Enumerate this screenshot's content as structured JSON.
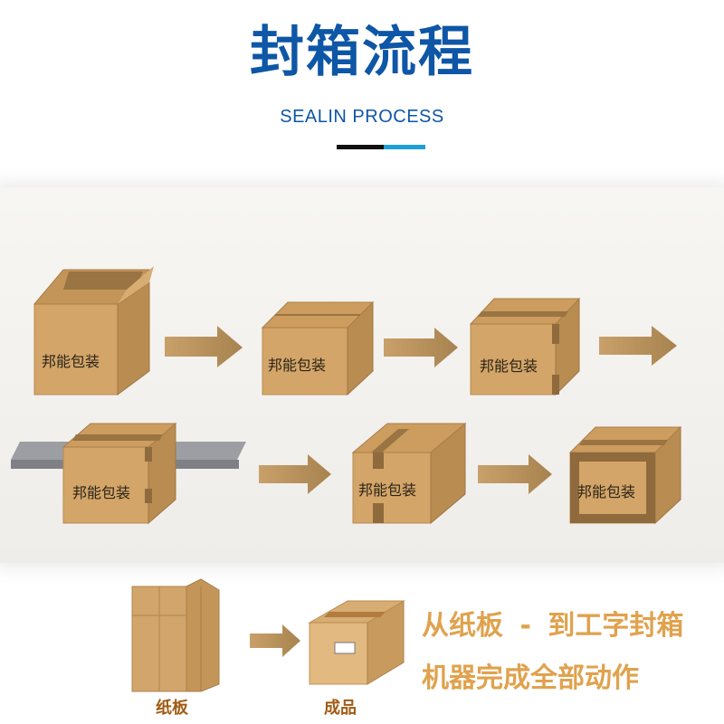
{
  "title": "封箱流程",
  "subtitle": "SEALIN PROCESS",
  "box_label": "邦能包装",
  "bottom": {
    "line1_part1": "从纸板",
    "line1_dash": "-",
    "line1_part2": "到工字封箱",
    "line2": "机器完成全部动作",
    "caption_left": "纸板",
    "caption_right": "成品"
  },
  "colors": {
    "title_blue": "#0e56a6",
    "accent_blue": "#1ea0d8",
    "cardboard": "#d1a265",
    "tape": "#a9773a",
    "text_orange": "#e0a24d",
    "caption_brown": "#a15b14"
  }
}
